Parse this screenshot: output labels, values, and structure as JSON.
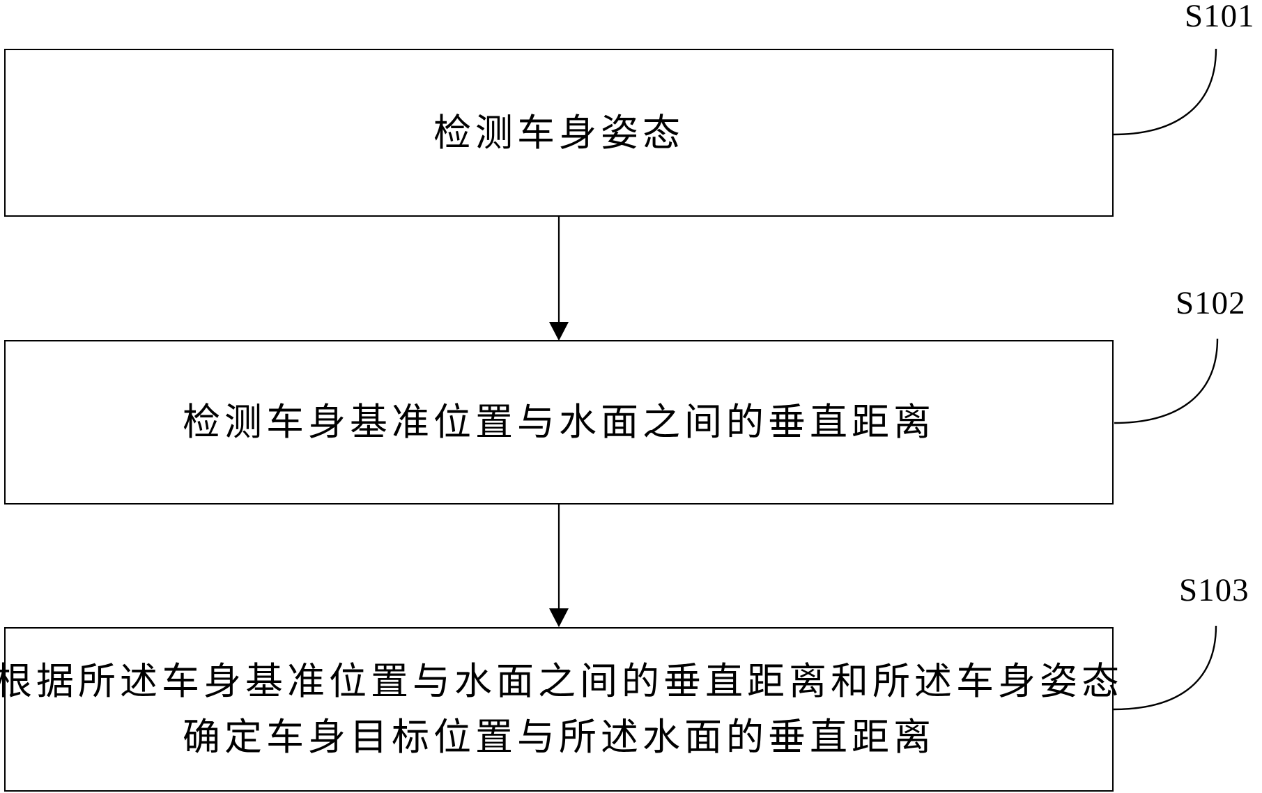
{
  "figure": {
    "type": "flowchart",
    "background_color": "#ffffff",
    "line_color": "#000000",
    "steps": [
      {
        "label": "S101",
        "lines": [
          "检测车身姿态"
        ]
      },
      {
        "label": "S102",
        "lines": [
          "检测车身基准位置与水面之间的垂直距离"
        ]
      },
      {
        "label": "S103",
        "lines": [
          "根据所述车身基准位置与水面之间的垂直距离和所述车身姿态",
          "确定车身目标位置与所述水面的垂直距离"
        ]
      }
    ],
    "connections": [
      {
        "from": "S101",
        "to": "S102",
        "type": "arrow-down"
      },
      {
        "from": "S102",
        "to": "S103",
        "type": "arrow-down"
      }
    ]
  }
}
